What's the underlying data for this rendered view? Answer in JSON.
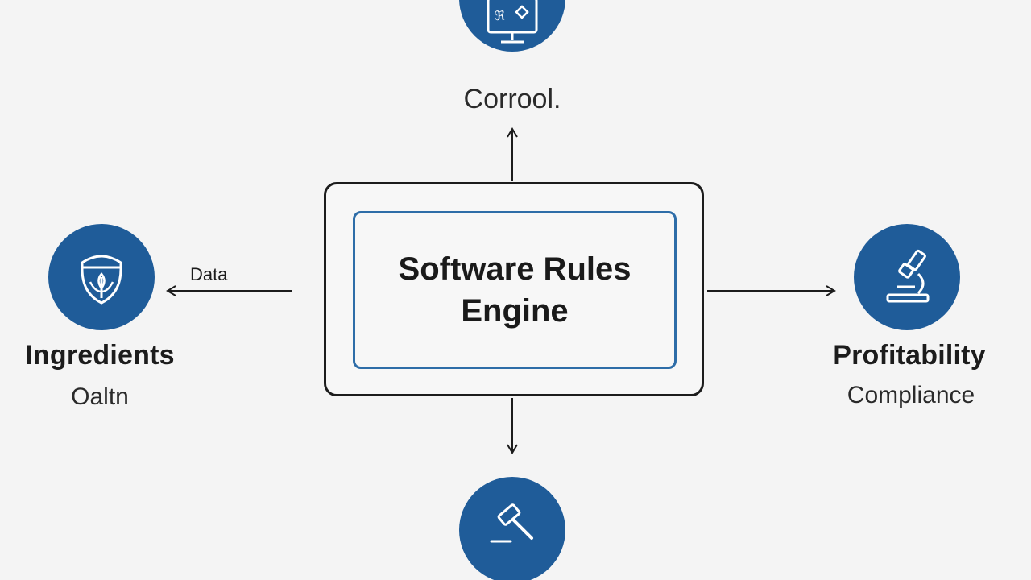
{
  "diagram": {
    "center": {
      "line1": "Software Rules",
      "line2": "Engine"
    },
    "nodes": {
      "top": {
        "label": "Corrool.",
        "icon": "monitor-icon"
      },
      "left": {
        "label": "Ingredients",
        "sublabel": "Oaltn",
        "icon": "sprout-shield-icon"
      },
      "right": {
        "label": "Profitability",
        "sublabel": "Compliance",
        "icon": "microscope-icon"
      },
      "bottom": {
        "icon": "gavel-icon"
      }
    },
    "edges": {
      "left_label": "Data"
    },
    "colors": {
      "accent": "#1f5c99",
      "inner_border": "#2e6da8",
      "stroke": "#1c1c1c",
      "background": "#f4f4f4"
    }
  }
}
